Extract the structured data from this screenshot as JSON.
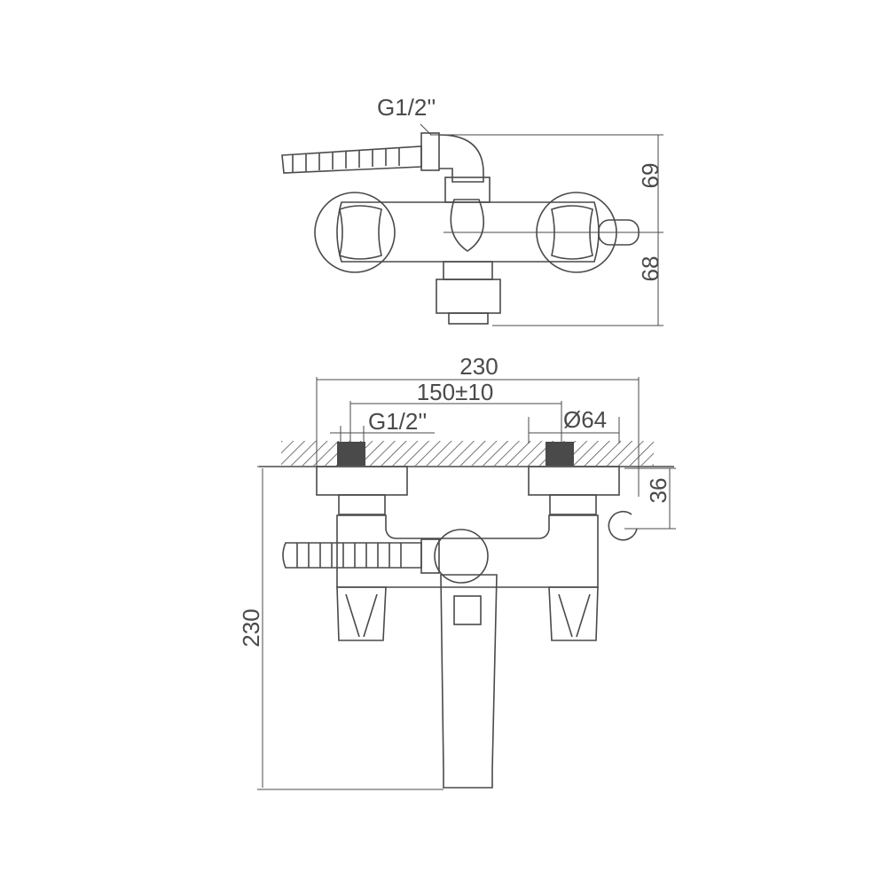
{
  "top_view": {
    "thread_label": "G1/2''",
    "dim_upper": "69",
    "dim_lower": "68"
  },
  "front_view": {
    "overall_width": "230",
    "center_distance": "150±10",
    "thread_label": "G1/2''",
    "flange_diameter": "Ø64",
    "holder_offset": "36",
    "overall_height": "230"
  },
  "colors": {
    "line": "#4a4a4a",
    "background": "#ffffff"
  }
}
